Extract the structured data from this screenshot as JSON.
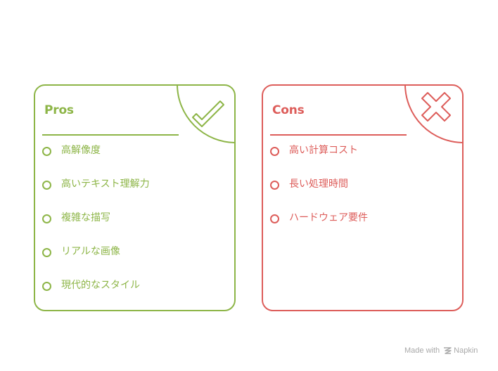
{
  "colors": {
    "pros": "#8db547",
    "cons": "#dd5d5a",
    "watermark": "#a9a9a9"
  },
  "pros": {
    "title": "Pros",
    "icon": "check-icon",
    "items": [
      "高解像度",
      "高いテキスト理解力",
      "複雑な描写",
      "リアルな画像",
      "現代的なスタイル"
    ]
  },
  "cons": {
    "title": "Cons",
    "icon": "cross-icon",
    "items": [
      "高い計算コスト",
      "長い処理時間",
      "ハードウェア要件"
    ]
  },
  "watermark": {
    "prefix": "Made with",
    "brand": "Napkin",
    "icon": "napkin-logo-icon"
  }
}
